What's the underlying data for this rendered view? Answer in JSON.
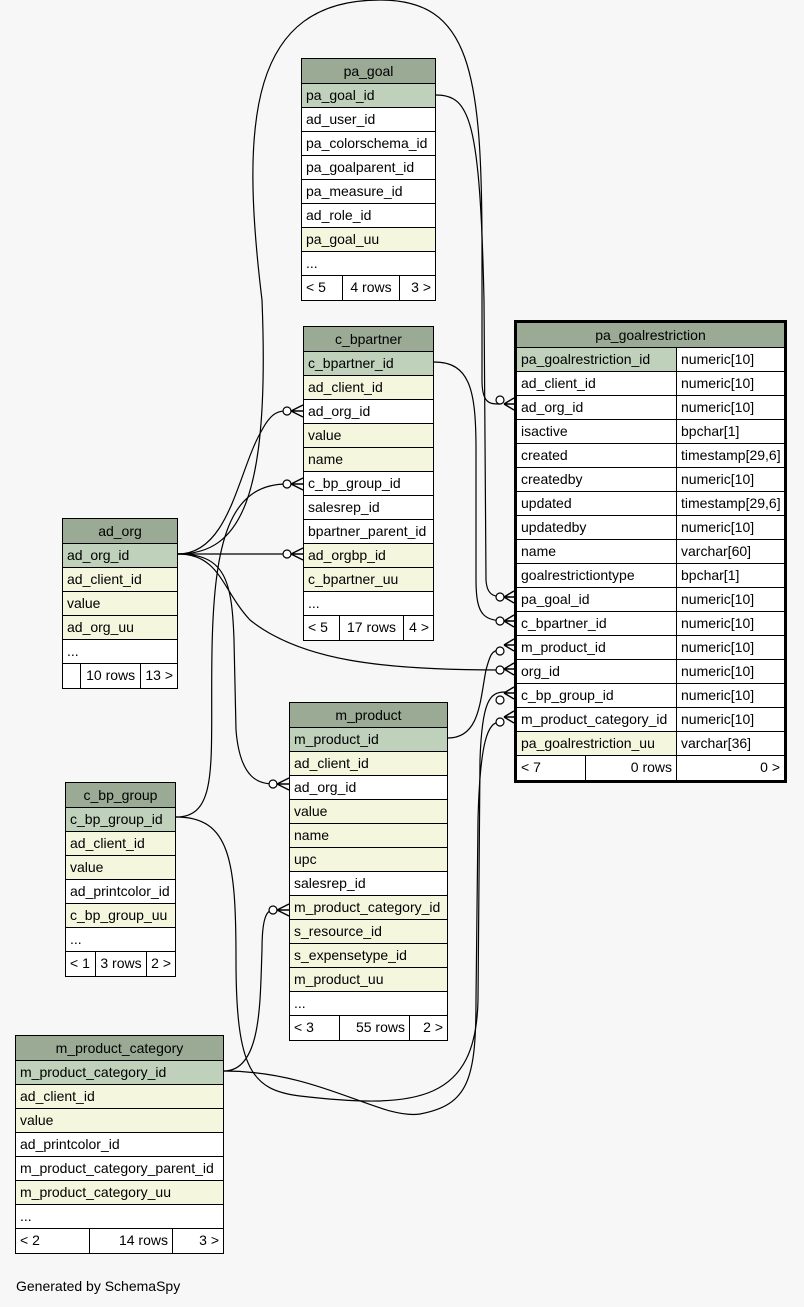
{
  "tables": {
    "pa_goal": {
      "name": "pa_goal",
      "columns": [
        {
          "name": "pa_goal_id"
        },
        {
          "name": "ad_user_id"
        },
        {
          "name": "pa_colorschema_id"
        },
        {
          "name": "pa_goalparent_id"
        },
        {
          "name": "pa_measure_id"
        },
        {
          "name": "ad_role_id"
        },
        {
          "name": "pa_goal_uu"
        },
        {
          "name": "..."
        }
      ],
      "footer": {
        "parents": "< 5",
        "rows": "4 rows",
        "children": "3 >"
      }
    },
    "c_bpartner": {
      "name": "c_bpartner",
      "columns": [
        {
          "name": "c_bpartner_id"
        },
        {
          "name": "ad_client_id"
        },
        {
          "name": "ad_org_id"
        },
        {
          "name": "value"
        },
        {
          "name": "name"
        },
        {
          "name": "c_bp_group_id"
        },
        {
          "name": "salesrep_id"
        },
        {
          "name": "bpartner_parent_id"
        },
        {
          "name": "ad_orgbp_id"
        },
        {
          "name": "c_bpartner_uu"
        },
        {
          "name": "..."
        }
      ],
      "footer": {
        "parents": "< 5",
        "rows": "17 rows",
        "children": "4 >"
      }
    },
    "ad_org": {
      "name": "ad_org",
      "columns": [
        {
          "name": "ad_org_id"
        },
        {
          "name": "ad_client_id"
        },
        {
          "name": "value"
        },
        {
          "name": "ad_org_uu"
        },
        {
          "name": "..."
        }
      ],
      "footer": {
        "parents": "",
        "rows": "10 rows",
        "children": "13 >"
      }
    },
    "c_bp_group": {
      "name": "c_bp_group",
      "columns": [
        {
          "name": "c_bp_group_id"
        },
        {
          "name": "ad_client_id"
        },
        {
          "name": "value"
        },
        {
          "name": "ad_printcolor_id"
        },
        {
          "name": "c_bp_group_uu"
        },
        {
          "name": "..."
        }
      ],
      "footer": {
        "parents": "< 1",
        "rows": "3 rows",
        "children": "2 >"
      }
    },
    "m_product": {
      "name": "m_product",
      "columns": [
        {
          "name": "m_product_id"
        },
        {
          "name": "ad_client_id"
        },
        {
          "name": "ad_org_id"
        },
        {
          "name": "value"
        },
        {
          "name": "name"
        },
        {
          "name": "upc"
        },
        {
          "name": "salesrep_id"
        },
        {
          "name": "m_product_category_id"
        },
        {
          "name": "s_resource_id"
        },
        {
          "name": "s_expensetype_id"
        },
        {
          "name": "m_product_uu"
        },
        {
          "name": "..."
        }
      ],
      "footer": {
        "parents": "< 3",
        "rows": "55 rows",
        "children": "2 >"
      }
    },
    "m_product_category": {
      "name": "m_product_category",
      "columns": [
        {
          "name": "m_product_category_id"
        },
        {
          "name": "ad_client_id"
        },
        {
          "name": "value"
        },
        {
          "name": "ad_printcolor_id"
        },
        {
          "name": "m_product_category_parent_id"
        },
        {
          "name": "m_product_category_uu"
        },
        {
          "name": "..."
        }
      ],
      "footer": {
        "parents": "< 2",
        "rows": "14 rows",
        "children": "3 >"
      }
    },
    "pa_goalrestriction": {
      "name": "pa_goalrestriction",
      "columns": [
        {
          "name": "pa_goalrestriction_id",
          "type": "numeric[10]"
        },
        {
          "name": "ad_client_id",
          "type": "numeric[10]"
        },
        {
          "name": "ad_org_id",
          "type": "numeric[10]"
        },
        {
          "name": "isactive",
          "type": "bpchar[1]"
        },
        {
          "name": "created",
          "type": "timestamp[29,6]"
        },
        {
          "name": "createdby",
          "type": "numeric[10]"
        },
        {
          "name": "updated",
          "type": "timestamp[29,6]"
        },
        {
          "name": "updatedby",
          "type": "numeric[10]"
        },
        {
          "name": "name",
          "type": "varchar[60]"
        },
        {
          "name": "goalrestrictiontype",
          "type": "bpchar[1]"
        },
        {
          "name": "pa_goal_id",
          "type": "numeric[10]"
        },
        {
          "name": "c_bpartner_id",
          "type": "numeric[10]"
        },
        {
          "name": "m_product_id",
          "type": "numeric[10]"
        },
        {
          "name": "org_id",
          "type": "numeric[10]"
        },
        {
          "name": "c_bp_group_id",
          "type": "numeric[10]"
        },
        {
          "name": "m_product_category_id",
          "type": "numeric[10]"
        },
        {
          "name": "pa_goalrestriction_uu",
          "type": "varchar[36]"
        }
      ],
      "footer": {
        "parents": "< 7",
        "rows": "0 rows",
        "children": "0 >"
      }
    }
  },
  "credit": "Generated by SchemaSpy",
  "colors": {
    "header": "#9aaa94",
    "primary_key": "#bfd0bb",
    "not_null": "#f4f7de",
    "nullable": "#ffffff",
    "background": "#f7f7f7"
  }
}
